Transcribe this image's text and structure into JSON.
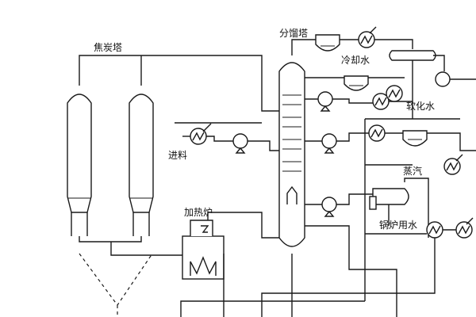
{
  "labels": {
    "coke_tower": "焦炭塔",
    "fractionator": "分馏塔",
    "cooling_water": "冷却水",
    "softened_water": "软化水",
    "feed": "进料",
    "steam": "蒸汽",
    "heating_furnace": "加热炉",
    "boiler_water": "锅炉用水"
  }
}
